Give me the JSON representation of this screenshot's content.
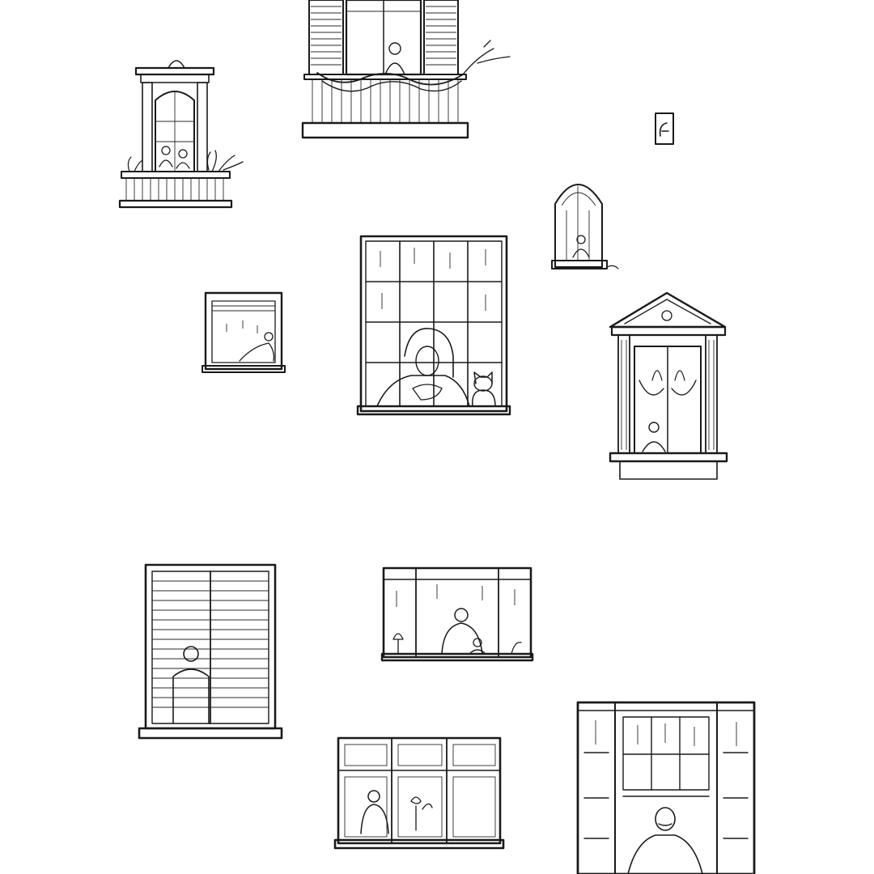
{
  "illustration": {
    "style": "pen-and-ink sketch",
    "colors": {
      "ink": "#1a1a1a",
      "paper": "#ffffff"
    },
    "windows": [
      {
        "id": "balcony-window-small",
        "kind": "french door with balcony",
        "figures": 2,
        "has_plants": true
      },
      {
        "id": "balcony-window-shutters",
        "kind": "shuttered door with balcony and drapery",
        "figures": 1
      },
      {
        "id": "tiny-window",
        "kind": "small vent",
        "figures": 0
      },
      {
        "id": "gothic-window",
        "kind": "arched window",
        "figures": 1
      },
      {
        "id": "small-square-window",
        "kind": "square window",
        "figures": 1
      },
      {
        "id": "grid-window",
        "kind": "large grid window",
        "figures": 1,
        "has_cat": true
      },
      {
        "id": "pediment-window",
        "kind": "classical pediment window",
        "figures": 1
      },
      {
        "id": "blinds-window",
        "kind": "window with blinds",
        "figures": 1
      },
      {
        "id": "wide-window",
        "kind": "three-pane window",
        "figures": 2
      },
      {
        "id": "lower-window",
        "kind": "three-pane window with flowers",
        "figures": 1
      },
      {
        "id": "tall-grid-window",
        "kind": "tall grid window",
        "figures": 1
      }
    ]
  }
}
